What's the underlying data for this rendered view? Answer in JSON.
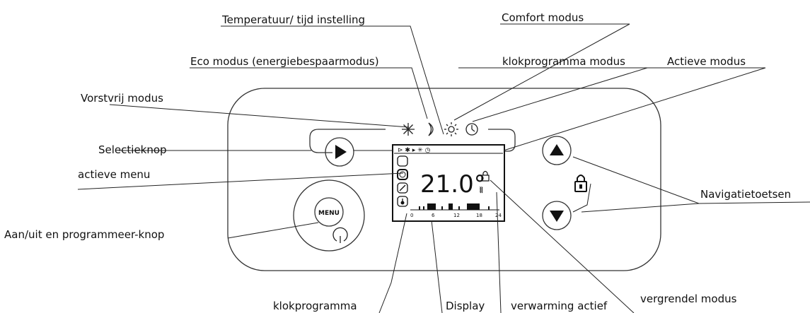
{
  "labels": {
    "temp_time": "Temperatuur/ tijd instelling",
    "comfort": "Comfort modus",
    "eco": "Eco modus (energiebespaarmodus)",
    "clock_program_mode": "klokprogramma modus",
    "active_mode": "Actieve modus",
    "frost_free": "Vorstvrij modus",
    "select_button": "Selectieknop",
    "active_menu": "actieve menu",
    "navigation_keys": "Navigatietoetsen",
    "power_program": "Aan/uit en programmeer-knop",
    "clock_program": "klokprogramma",
    "display": "Display",
    "heating_active": "verwarming actief",
    "lock_mode": "vergrendel modus"
  },
  "device": {
    "menu_button": "MENU",
    "temperature": "21.0°",
    "timeline_ticks": [
      "0",
      "6",
      "12",
      "18",
      "24"
    ]
  },
  "icons": [
    "snowflake-icon",
    "moon-icon",
    "sun-icon",
    "clock-icon",
    "lock-icon",
    "heating-icon",
    "play-icon",
    "up-arrow-icon",
    "down-arrow-icon",
    "power-icon",
    "wrench-icon",
    "thermometer-icon"
  ]
}
